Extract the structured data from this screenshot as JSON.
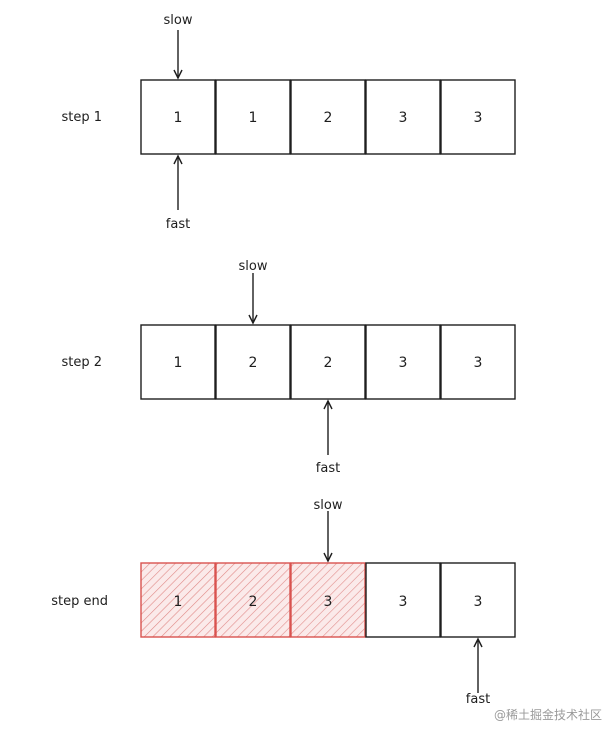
{
  "colors": {
    "stroke": "#1e1e1e",
    "highlight_stroke": "#d9534f",
    "highlight_hatch": "#e08a88",
    "highlight_fill": "#fbeaea"
  },
  "rows": [
    {
      "label": "step 1",
      "cells": [
        "1",
        "1",
        "2",
        "3",
        "3"
      ],
      "highlighted": [],
      "slow": {
        "label": "slow",
        "index": 0
      },
      "fast": {
        "label": "fast",
        "index": 0
      }
    },
    {
      "label": "step 2",
      "cells": [
        "1",
        "2",
        "2",
        "3",
        "3"
      ],
      "highlighted": [],
      "slow": {
        "label": "slow",
        "index": 1
      },
      "fast": {
        "label": "fast",
        "index": 2
      }
    },
    {
      "label": "step end",
      "cells": [
        "1",
        "2",
        "3",
        "3",
        "3"
      ],
      "highlighted": [
        0,
        1,
        2
      ],
      "slow": {
        "label": "slow",
        "index": 2
      },
      "fast": {
        "label": "fast",
        "index": 4
      }
    }
  ],
  "watermark": "@稀土掘金技术社区"
}
